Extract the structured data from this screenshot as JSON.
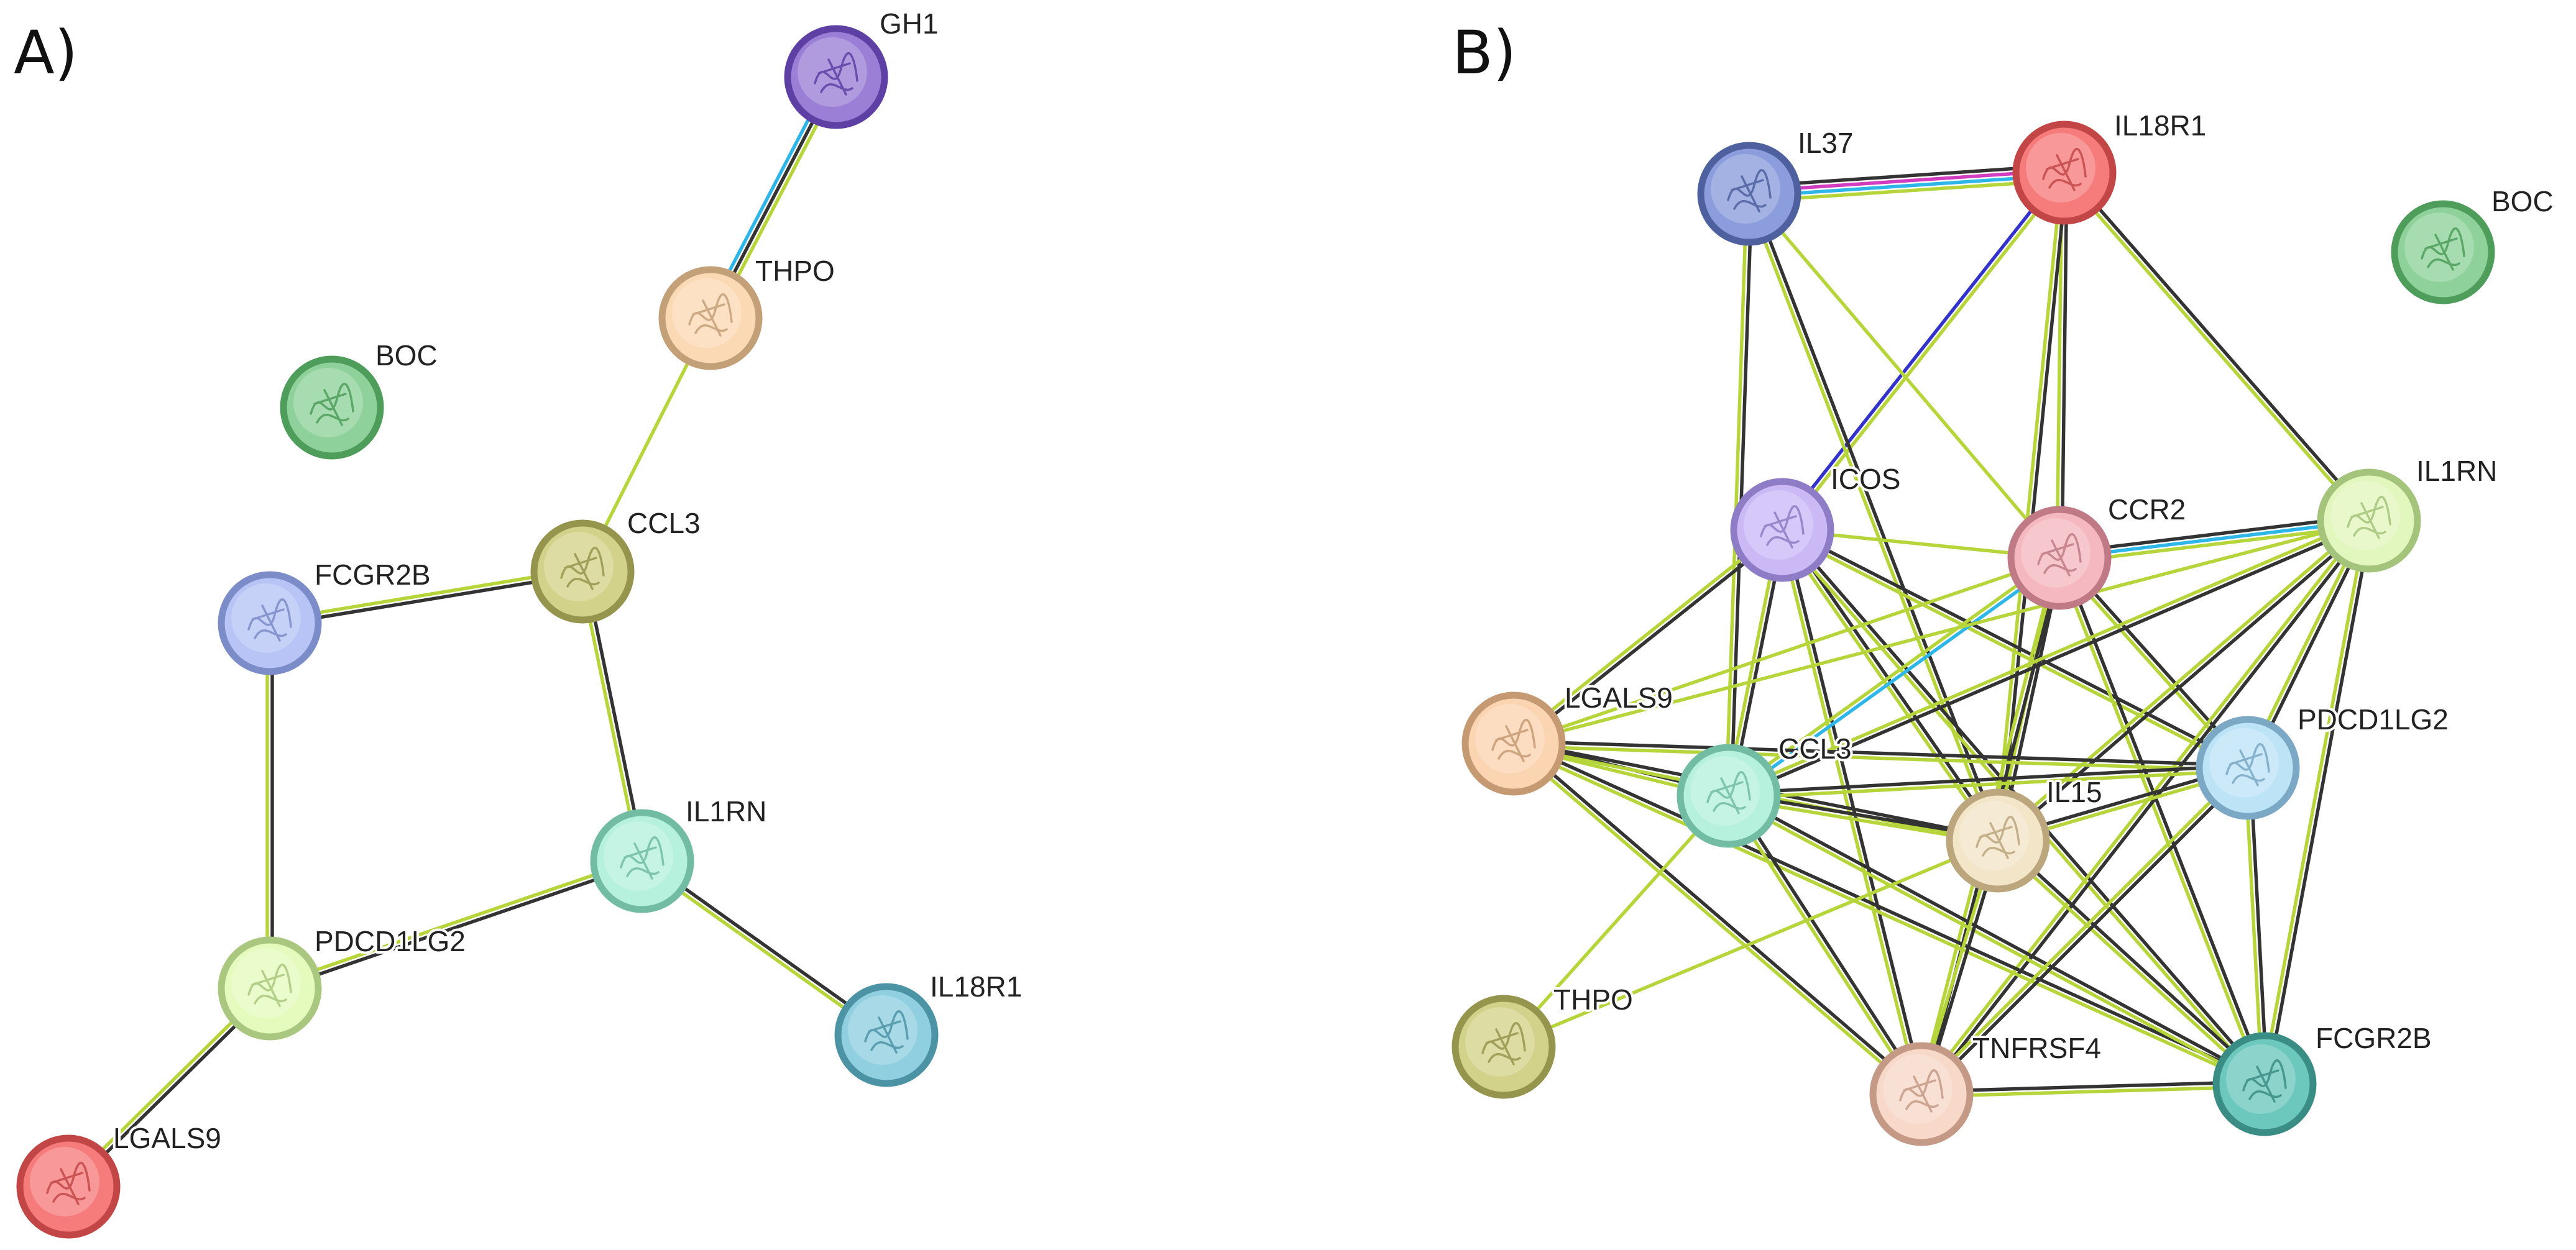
{
  "panels": [
    {
      "label": "A)",
      "nodes": [
        {
          "id": "GH1",
          "name": "GH1",
          "color": "#9b7fd6",
          "stroke": "#5e3fa3"
        },
        {
          "id": "THPO",
          "name": "THPO",
          "color": "#fbd9b4",
          "stroke": "#c4a079"
        },
        {
          "id": "BOC",
          "name": "BOC",
          "color": "#8fd19a",
          "stroke": "#4e9d5b"
        },
        {
          "id": "CCL3",
          "name": "CCL3",
          "color": "#d3d28a",
          "stroke": "#96954e"
        },
        {
          "id": "FCGR2B",
          "name": "FCGR2B",
          "color": "#b7c4f5",
          "stroke": "#7b8cc8"
        },
        {
          "id": "IL1RN",
          "name": "IL1RN",
          "color": "#b6f1dd",
          "stroke": "#72bca3"
        },
        {
          "id": "PDCD1LG2",
          "name": "PDCD1LG2",
          "color": "#e4fbbd",
          "stroke": "#a9c77e"
        },
        {
          "id": "IL18R1",
          "name": "IL18R1",
          "color": "#8fcfe0",
          "stroke": "#4c93a6"
        },
        {
          "id": "LGALS9",
          "name": "LGALS9",
          "color": "#f67b7b",
          "stroke": "#c24646"
        }
      ],
      "edges": [
        {
          "source": "GH1",
          "target": "THPO",
          "evidence": [
            "textmining",
            "coexpression",
            "database"
          ]
        },
        {
          "source": "THPO",
          "target": "CCL3",
          "evidence": [
            "textmining"
          ]
        },
        {
          "source": "CCL3",
          "target": "FCGR2B",
          "evidence": [
            "coexpression",
            "textmining"
          ]
        },
        {
          "source": "CCL3",
          "target": "IL1RN",
          "evidence": [
            "coexpression",
            "textmining"
          ]
        },
        {
          "source": "FCGR2B",
          "target": "PDCD1LG2",
          "evidence": [
            "coexpression",
            "textmining"
          ]
        },
        {
          "source": "IL1RN",
          "target": "PDCD1LG2",
          "evidence": [
            "coexpression",
            "textmining"
          ]
        },
        {
          "source": "IL1RN",
          "target": "IL18R1",
          "evidence": [
            "coexpression",
            "textmining"
          ]
        },
        {
          "source": "PDCD1LG2",
          "target": "LGALS9",
          "evidence": [
            "coexpression",
            "textmining"
          ]
        }
      ]
    },
    {
      "label": "B)",
      "nodes": [
        {
          "id": "IL37",
          "name": "IL37",
          "color": "#8b9ddc",
          "stroke": "#4f609e"
        },
        {
          "id": "IL18R1",
          "name": "IL18R1",
          "color": "#f67b7b",
          "stroke": "#c24646"
        },
        {
          "id": "BOC",
          "name": "BOC",
          "color": "#8fd19a",
          "stroke": "#4e9d5b"
        },
        {
          "id": "ICOS",
          "name": "ICOS",
          "color": "#cbb9f6",
          "stroke": "#8f7cc6"
        },
        {
          "id": "CCR2",
          "name": "CCR2",
          "color": "#f5b8c0",
          "stroke": "#c07a86"
        },
        {
          "id": "IL1RN",
          "name": "IL1RN",
          "color": "#e2f7bd",
          "stroke": "#a5c47b"
        },
        {
          "id": "LGALS9",
          "name": "LGALS9",
          "color": "#fbd4b1",
          "stroke": "#c59a73"
        },
        {
          "id": "CCL3",
          "name": "CCL3",
          "color": "#b6f1dd",
          "stroke": "#72bca3"
        },
        {
          "id": "IL15",
          "name": "IL15",
          "color": "#f3e6c8",
          "stroke": "#bba67e"
        },
        {
          "id": "PDCD1LG2",
          "name": "PDCD1LG2",
          "color": "#bde3f7",
          "stroke": "#7ba8c4"
        },
        {
          "id": "THPO",
          "name": "THPO",
          "color": "#d3d28a",
          "stroke": "#96954e"
        },
        {
          "id": "TNFRSF4",
          "name": "TNFRSF4",
          "color": "#f8d8c8",
          "stroke": "#c49a86"
        },
        {
          "id": "FCGR2B",
          "name": "FCGR2B",
          "color": "#6cc7bd",
          "stroke": "#3a8d84"
        }
      ],
      "edges": [
        {
          "source": "IL37",
          "target": "IL18R1",
          "evidence": [
            "coexpression",
            "experiments",
            "database",
            "textmining"
          ]
        },
        {
          "source": "IL18R1",
          "target": "ICOS",
          "evidence": [
            "textmining",
            "homology"
          ]
        },
        {
          "source": "IL37",
          "target": "CCL3",
          "evidence": [
            "coexpression",
            "textmining"
          ]
        },
        {
          "source": "IL37",
          "target": "CCR2",
          "evidence": [
            "textmining"
          ]
        },
        {
          "source": "IL37",
          "target": "IL15",
          "evidence": [
            "coexpression",
            "textmining"
          ]
        },
        {
          "source": "IL18R1",
          "target": "CCR2",
          "evidence": [
            "coexpression",
            "textmining"
          ]
        },
        {
          "source": "IL18R1",
          "target": "IL1RN",
          "evidence": [
            "coexpression",
            "textmining"
          ]
        },
        {
          "source": "IL18R1",
          "target": "IL15",
          "evidence": [
            "coexpression",
            "textmining"
          ]
        },
        {
          "source": "ICOS",
          "target": "CCR2",
          "evidence": [
            "textmining"
          ]
        },
        {
          "source": "ICOS",
          "target": "LGALS9",
          "evidence": [
            "coexpression",
            "textmining"
          ]
        },
        {
          "source": "ICOS",
          "target": "CCL3",
          "evidence": [
            "coexpression",
            "textmining"
          ]
        },
        {
          "source": "ICOS",
          "target": "IL15",
          "evidence": [
            "coexpression",
            "textmining"
          ]
        },
        {
          "source": "ICOS",
          "target": "PDCD1LG2",
          "evidence": [
            "coexpression",
            "textmining"
          ]
        },
        {
          "source": "ICOS",
          "target": "TNFRSF4",
          "evidence": [
            "coexpression",
            "textmining"
          ]
        },
        {
          "source": "ICOS",
          "target": "FCGR2B",
          "evidence": [
            "coexpression",
            "textmining"
          ]
        },
        {
          "source": "CCR2",
          "target": "IL1RN",
          "evidence": [
            "coexpression",
            "database",
            "textmining"
          ]
        },
        {
          "source": "CCR2",
          "target": "CCL3",
          "evidence": [
            "database",
            "textmining"
          ]
        },
        {
          "source": "CCR2",
          "target": "LGALS9",
          "evidence": [
            "textmining"
          ]
        },
        {
          "source": "CCR2",
          "target": "IL15",
          "evidence": [
            "coexpression",
            "textmining"
          ]
        },
        {
          "source": "CCR2",
          "target": "PDCD1LG2",
          "evidence": [
            "coexpression",
            "textmining"
          ]
        },
        {
          "source": "CCR2",
          "target": "TNFRSF4",
          "evidence": [
            "coexpression",
            "textmining"
          ]
        },
        {
          "source": "CCR2",
          "target": "FCGR2B",
          "evidence": [
            "coexpression",
            "textmining"
          ]
        },
        {
          "source": "IL1RN",
          "target": "CCL3",
          "evidence": [
            "coexpression",
            "textmining"
          ]
        },
        {
          "source": "IL1RN",
          "target": "LGALS9",
          "evidence": [
            "textmining"
          ]
        },
        {
          "source": "IL1RN",
          "target": "IL15",
          "evidence": [
            "coexpression",
            "textmining"
          ]
        },
        {
          "source": "IL1RN",
          "target": "TNFRSF4",
          "evidence": [
            "coexpression",
            "textmining"
          ]
        },
        {
          "source": "IL1RN",
          "target": "FCGR2B",
          "evidence": [
            "coexpression",
            "textmining"
          ]
        },
        {
          "source": "IL1RN",
          "target": "PDCD1LG2",
          "evidence": [
            "coexpression",
            "textmining"
          ]
        },
        {
          "source": "LGALS9",
          "target": "CCL3",
          "evidence": [
            "coexpression",
            "textmining"
          ]
        },
        {
          "source": "LGALS9",
          "target": "IL15",
          "evidence": [
            "coexpression",
            "textmining"
          ]
        },
        {
          "source": "LGALS9",
          "target": "PDCD1LG2",
          "evidence": [
            "coexpression",
            "textmining"
          ]
        },
        {
          "source": "LGALS9",
          "target": "TNFRSF4",
          "evidence": [
            "coexpression",
            "textmining"
          ]
        },
        {
          "source": "LGALS9",
          "target": "FCGR2B",
          "evidence": [
            "coexpression",
            "textmining"
          ]
        },
        {
          "source": "CCL3",
          "target": "IL15",
          "evidence": [
            "coexpression",
            "textmining"
          ]
        },
        {
          "source": "CCL3",
          "target": "PDCD1LG2",
          "evidence": [
            "coexpression",
            "textmining"
          ]
        },
        {
          "source": "CCL3",
          "target": "TNFRSF4",
          "evidence": [
            "coexpression",
            "textmining"
          ]
        },
        {
          "source": "CCL3",
          "target": "FCGR2B",
          "evidence": [
            "coexpression",
            "textmining"
          ]
        },
        {
          "source": "CCL3",
          "target": "THPO",
          "evidence": [
            "textmining"
          ]
        },
        {
          "source": "IL15",
          "target": "PDCD1LG2",
          "evidence": [
            "coexpression",
            "textmining"
          ]
        },
        {
          "source": "IL15",
          "target": "TNFRSF4",
          "evidence": [
            "coexpression",
            "textmining"
          ]
        },
        {
          "source": "IL15",
          "target": "FCGR2B",
          "evidence": [
            "coexpression",
            "textmining"
          ]
        },
        {
          "source": "IL15",
          "target": "THPO",
          "evidence": [
            "textmining"
          ]
        },
        {
          "source": "PDCD1LG2",
          "target": "TNFRSF4",
          "evidence": [
            "coexpression",
            "textmining"
          ]
        },
        {
          "source": "PDCD1LG2",
          "target": "FCGR2B",
          "evidence": [
            "coexpression",
            "textmining"
          ]
        },
        {
          "source": "TNFRSF4",
          "target": "FCGR2B",
          "evidence": [
            "coexpression",
            "textmining"
          ]
        }
      ]
    }
  ],
  "evidence_colors": {
    "textmining": "#b5d53a",
    "coexpression": "#333333",
    "database": "#2fb6e8",
    "experiments": "#d23dbf",
    "homology": "#3333cc"
  }
}
